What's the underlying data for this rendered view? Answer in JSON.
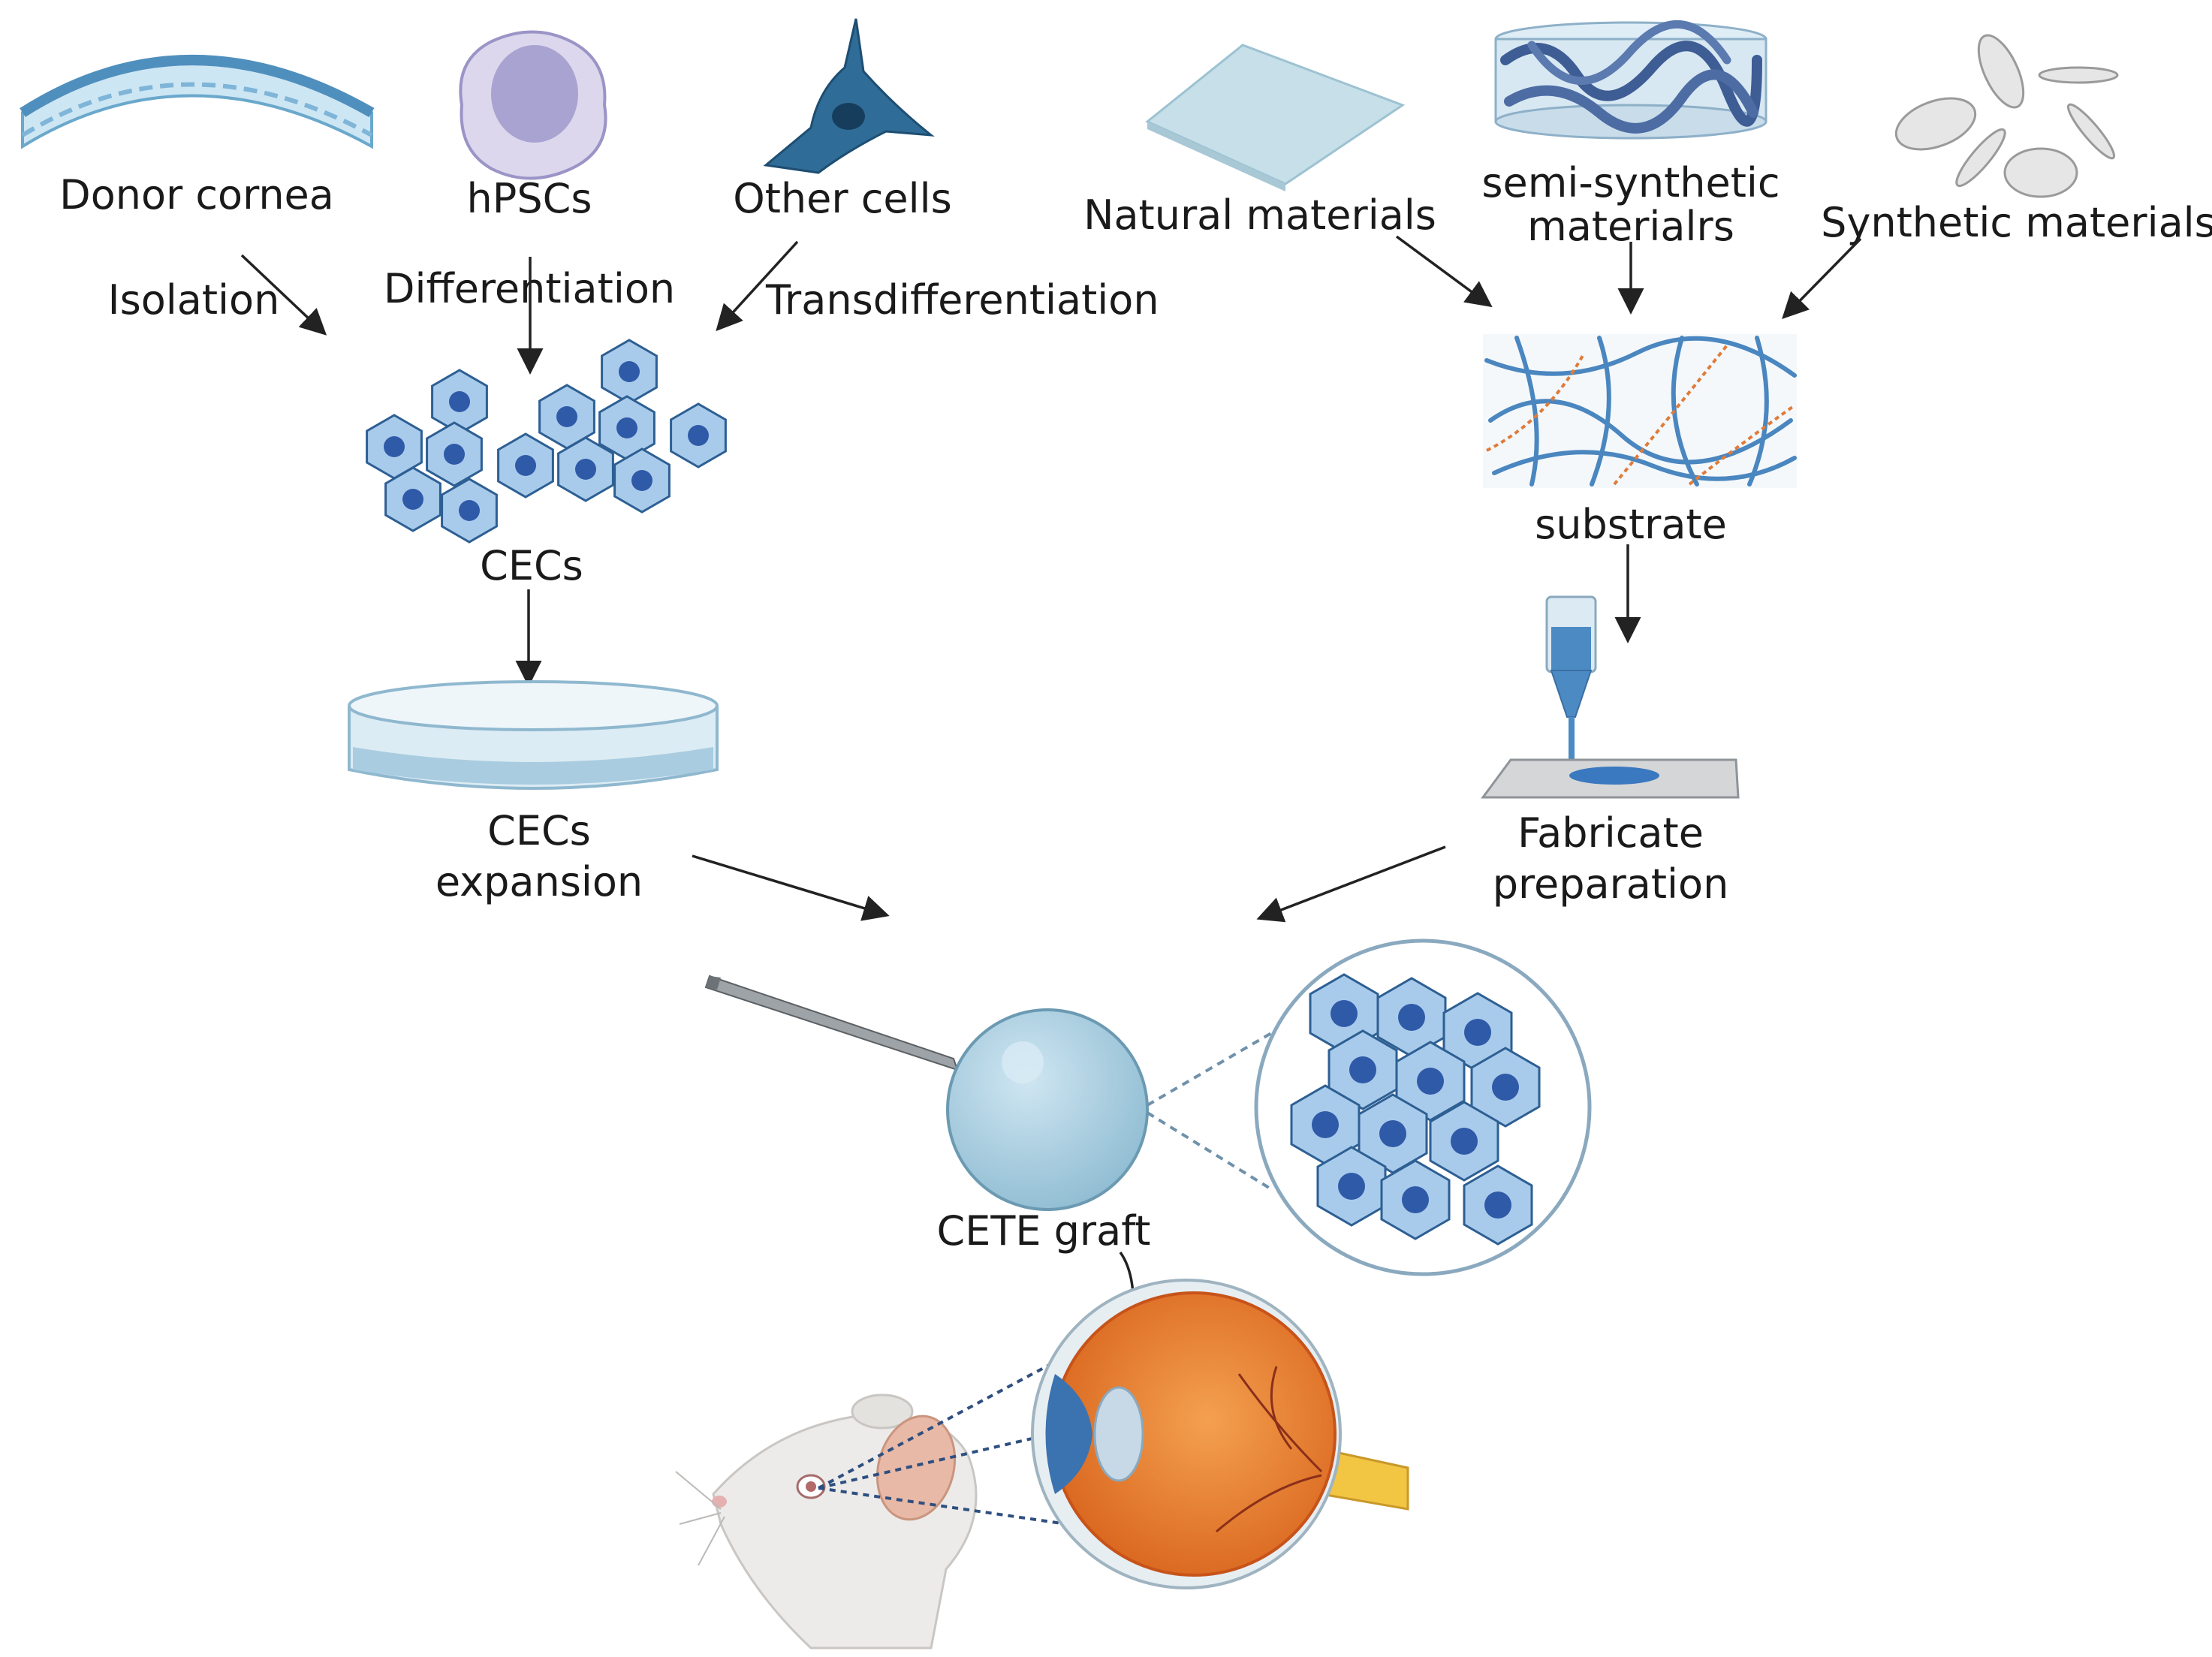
{
  "labels": {
    "donor_cornea": "Donor cornea",
    "hpscs": "hPSCs",
    "other_cells": "Other cells",
    "isolation": "Isolation",
    "differentiation": "Differentiation",
    "transdifferentiation": "Transdifferentiation",
    "cecs": "CECs",
    "cecs_expansion_1": "CECs",
    "cecs_expansion_2": "expansion",
    "natural_materials": "Natural materials",
    "semi_synthetic_1": "semi-synthetic",
    "semi_synthetic_2": "materialrs",
    "synthetic_materials": "Synthetic materials",
    "substrate": "substrate",
    "fabricate_1": "Fabricate",
    "fabricate_2": "preparation",
    "cete_graft": "CETE graft"
  },
  "colors": {
    "cell_fill": "#a9cbeb",
    "cell_stroke": "#2d5f93",
    "nucleus": "#2f5aa8",
    "hpsc_fill": "#d8d3ea",
    "hpsc_nucleus": "#a9a3d1",
    "other_cell": "#2f6c97",
    "dish": "#cfe4ef",
    "graft": "#a6cde0",
    "eye_orange": "#e7852a",
    "arrow": "#222222"
  }
}
